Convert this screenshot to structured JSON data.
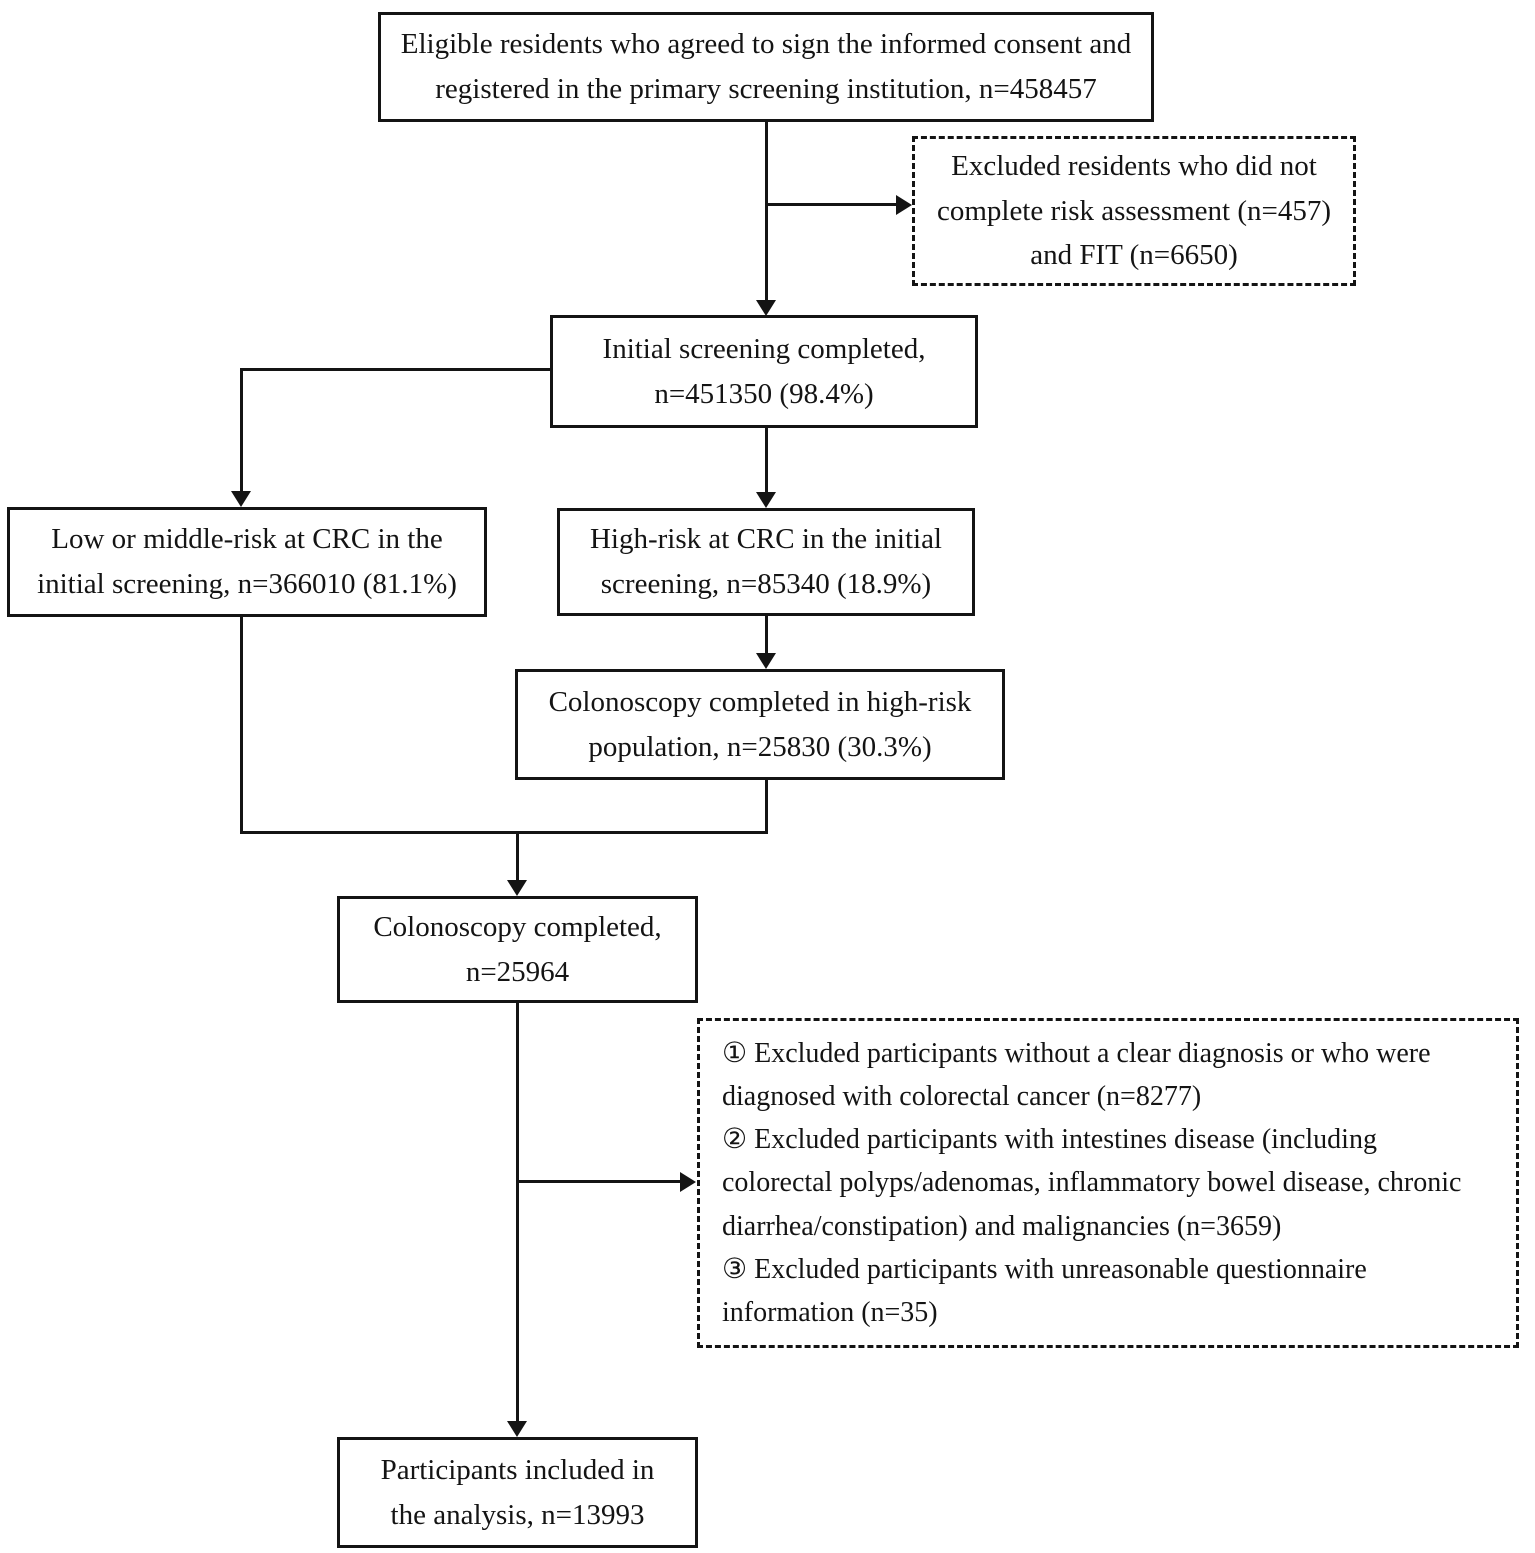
{
  "colors": {
    "border": "#141414",
    "text": "#141414",
    "background": "#ffffff"
  },
  "boxes": {
    "eligible": {
      "line1": "Eligible residents who agreed to sign the informed consent and",
      "line2": "registered in the primary screening institution, n=458457"
    },
    "excluded_initial": {
      "line1": "Excluded residents who did not",
      "line2": "complete risk assessment (n=457)",
      "line3": "and FIT (n=6650)"
    },
    "initial_screening": {
      "line1": "Initial screening completed,",
      "line2": "n=451350 (98.4%)"
    },
    "low_middle_risk": {
      "line1": "Low or middle-risk at CRC in the",
      "line2": "initial screening, n=366010 (81.1%)"
    },
    "high_risk": {
      "line1": "High-risk at CRC in the initial",
      "line2": "screening, n=85340 (18.9%)"
    },
    "colonoscopy_high_risk": {
      "line1": "Colonoscopy completed in high-risk",
      "line2": "population, n=25830 (30.3%)"
    },
    "colonoscopy_completed": {
      "line1": "Colonoscopy completed,",
      "line2": "n=25964"
    },
    "exclusions": {
      "item1": "① Excluded participants without a clear diagnosis or who were diagnosed with colorectal cancer (n=8277)",
      "item2": "② Excluded participants with intestines disease (including colorectal polyps/adenomas, inflammatory bowel disease, chronic diarrhea/constipation) and malignancies (n=3659)",
      "item3": "③ Excluded participants with unreasonable questionnaire information (n=35)"
    },
    "included": {
      "line1": "Participants included in",
      "line2": "the analysis, n=13993"
    }
  }
}
